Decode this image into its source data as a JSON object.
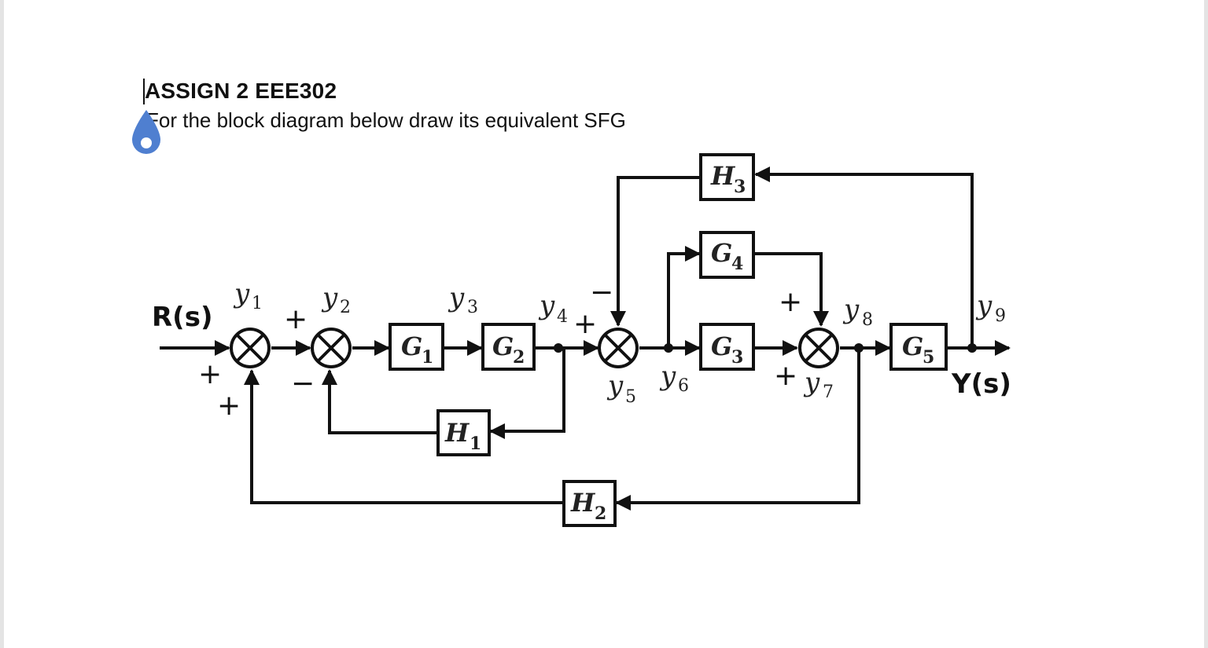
{
  "document": {
    "title": "ASSIGN 2 EEE302",
    "subtitle": "For the block diagram below draw its equivalent SFG"
  },
  "diagram": {
    "input_label": "R(s)",
    "output_label": "Y(s)",
    "blocks": [
      {
        "id": "G1",
        "name": "G",
        "sub": "1"
      },
      {
        "id": "G2",
        "name": "G",
        "sub": "2"
      },
      {
        "id": "G3",
        "name": "G",
        "sub": "3"
      },
      {
        "id": "G4",
        "name": "G",
        "sub": "4"
      },
      {
        "id": "G5",
        "name": "G",
        "sub": "5"
      },
      {
        "id": "H1",
        "name": "H",
        "sub": "1"
      },
      {
        "id": "H2",
        "name": "H",
        "sub": "2"
      },
      {
        "id": "H3",
        "name": "H",
        "sub": "3"
      }
    ],
    "signals": [
      {
        "id": "y1",
        "name": "y",
        "sub": "1"
      },
      {
        "id": "y2",
        "name": "y",
        "sub": "2"
      },
      {
        "id": "y3",
        "name": "y",
        "sub": "3"
      },
      {
        "id": "y4",
        "name": "y",
        "sub": "4"
      },
      {
        "id": "y5",
        "name": "y",
        "sub": "5"
      },
      {
        "id": "y6",
        "name": "y",
        "sub": "6"
      },
      {
        "id": "y7",
        "name": "y",
        "sub": "7"
      },
      {
        "id": "y8",
        "name": "y",
        "sub": "8"
      },
      {
        "id": "y9",
        "name": "y",
        "sub": "9"
      }
    ],
    "signs": {
      "plus": "+",
      "minus": "−"
    }
  },
  "colors": {
    "line": "#111111",
    "cursor_drop": "#4f7fd0"
  },
  "icons": {
    "cursor": "teardrop-cursor-icon"
  }
}
